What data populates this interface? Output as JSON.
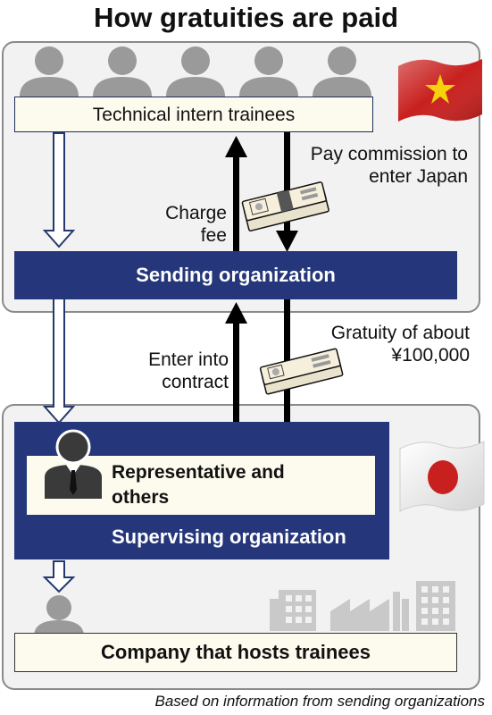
{
  "title": "How gratuities are paid",
  "nodes": {
    "trainees": "Technical intern trainees",
    "sending": "Sending organization",
    "representative": "Representative and others",
    "supervising": "Supervising organization",
    "company": "Company that hosts trainees"
  },
  "arrows": {
    "pay_commission": "Pay commission to enter Japan",
    "charge_fee": "Charge fee",
    "gratuity": "Gratuity of about ¥100,000",
    "contract": "Enter into contract"
  },
  "footer": "Based on information from sending organizations",
  "colors": {
    "navy": "#25377a",
    "cream": "#fdfbee",
    "panel": "#f2f2f2",
    "person": "#9a9a9a",
    "vietnam_red": "#c8201e",
    "vietnam_star": "#f5d20a",
    "japan_red": "#c8201e"
  },
  "icons": [
    "person-icon",
    "businessman-icon",
    "banknote-stack-icon",
    "vietnam-flag-icon",
    "japan-flag-icon",
    "building-icon",
    "factory-icon"
  ]
}
